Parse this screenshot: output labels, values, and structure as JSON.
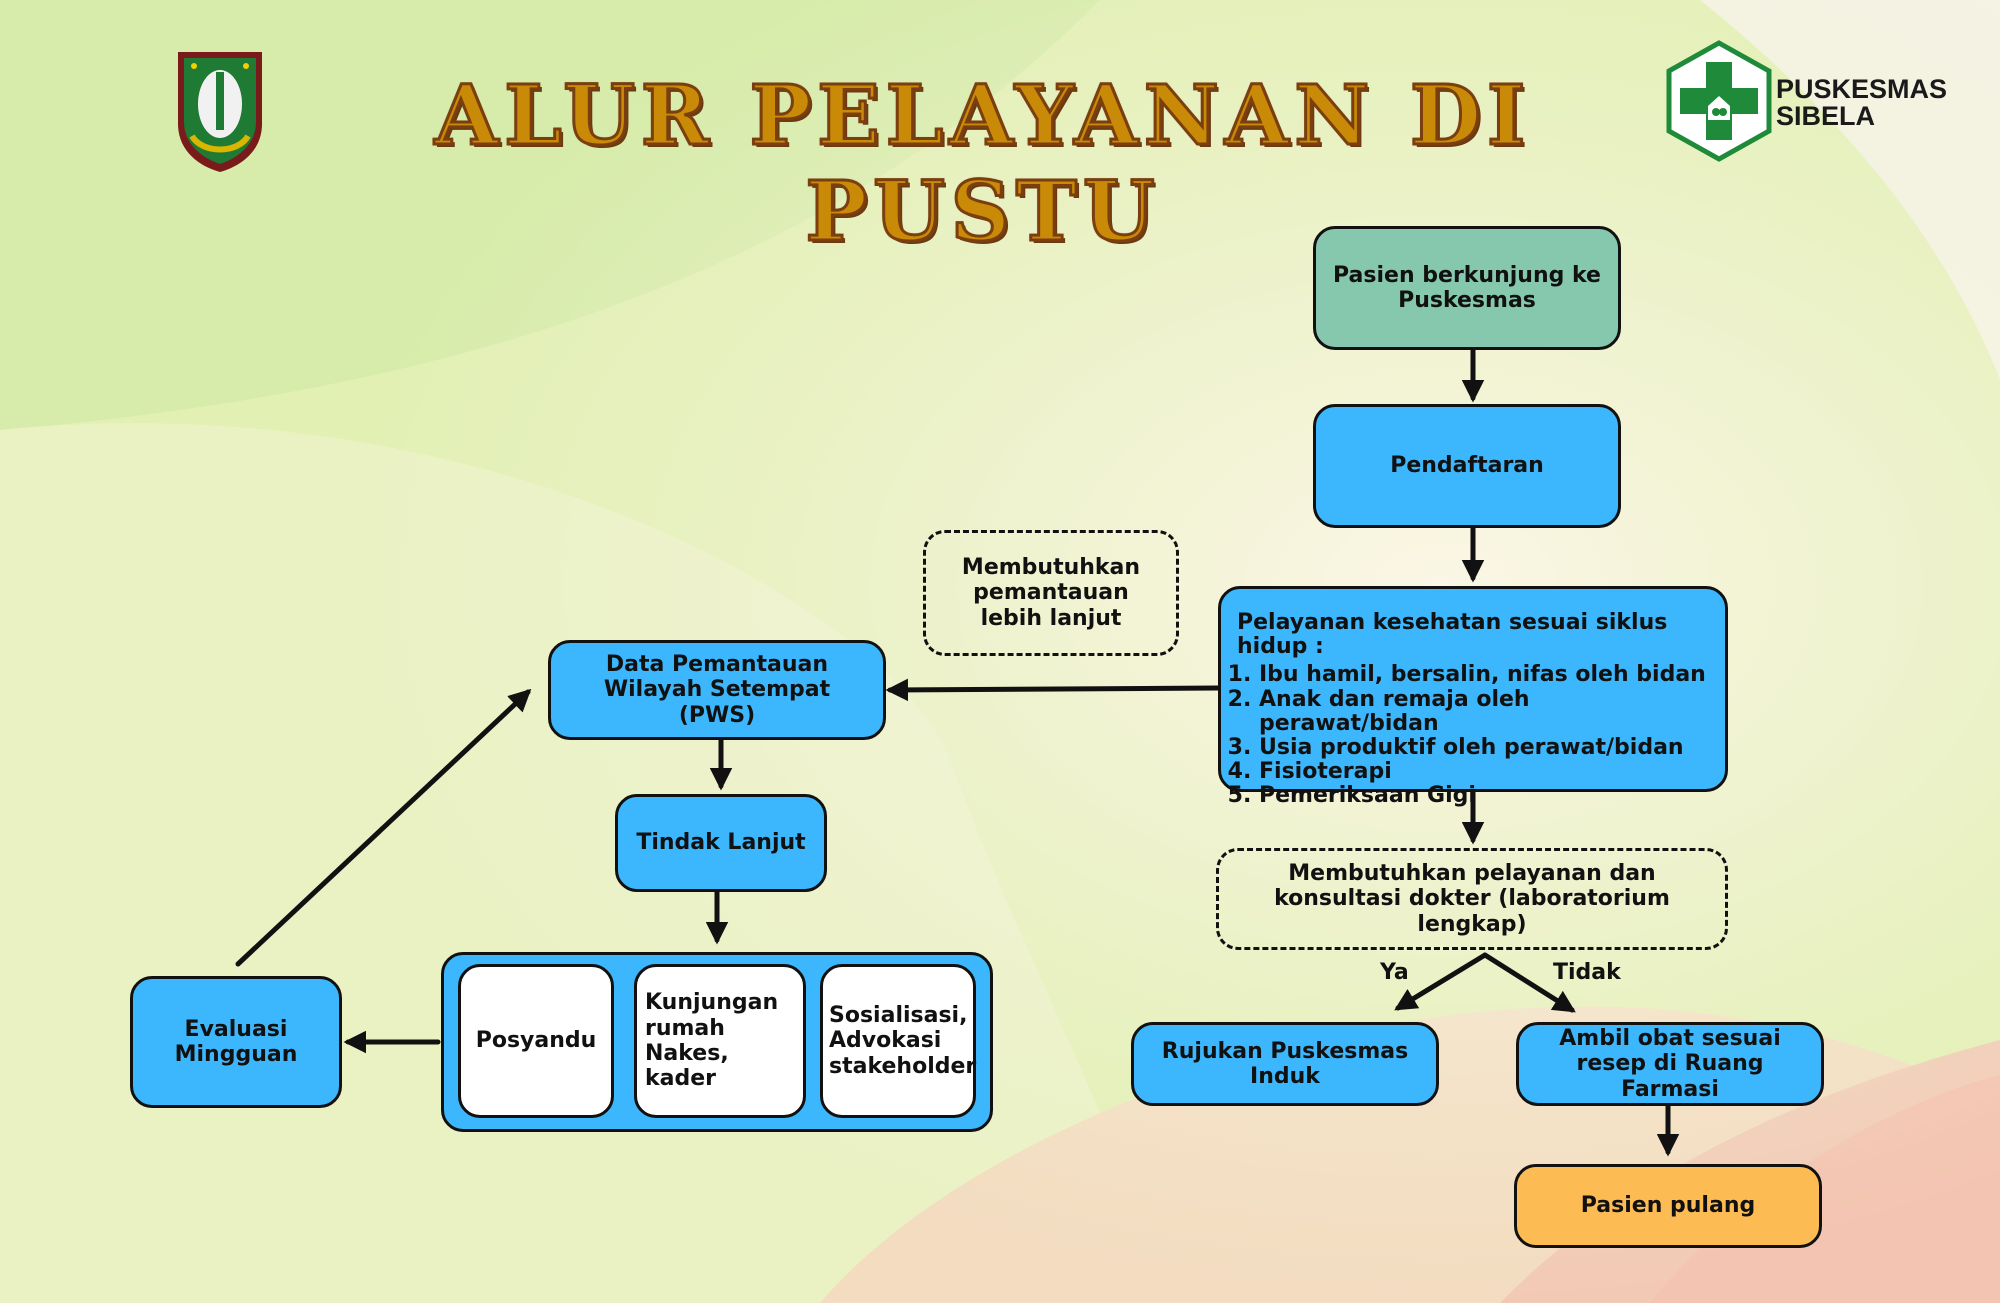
{
  "header": {
    "title": "ALUR PELAYANAN DI PUSTU",
    "logo_right_line1": "PUSKESMAS",
    "logo_right_line2": "SIBELA"
  },
  "colors": {
    "title_fill": "#c98a07",
    "title_outline": "#7b3e0f",
    "box_blue": "#3cb7fe",
    "box_green": "#86c8ad",
    "box_orange": "#fdbc53",
    "logo_green": "#1e8a3a"
  },
  "flow": {
    "visit": "Pasien berkunjung ke Puskesmas",
    "registration": "Pendaftaran",
    "services": {
      "heading": "Pelayanan kesehatan sesuai siklus hidup :",
      "items": [
        "Ibu hamil, bersalin, nifas oleh bidan",
        "Anak dan remaja oleh perawat/bidan",
        "Usia produktif oleh perawat/bidan",
        "Fisioterapi",
        "Pemeriksaan Gigi"
      ]
    },
    "need_monitoring": "Membutuhkan pemantauan lebih lanjut",
    "pws": "Data Pemantauan Wilayah Setempat (PWS)",
    "follow_up": "Tindak Lanjut",
    "activities": [
      "Posyandu",
      "Kunjungan rumah Nakes, kader",
      "Sosialisasi, Advokasi stakeholder"
    ],
    "weekly_eval": "Evaluasi Mingguan",
    "need_doctor": "Membutuhkan pelayanan dan konsultasi dokter (laboratorium lengkap)",
    "yes_label": "Ya",
    "no_label": "Tidak",
    "referral": "Rujukan Puskesmas Induk",
    "pharmacy": "Ambil obat sesuai resep di Ruang Farmasi",
    "go_home": "Pasien pulang"
  }
}
